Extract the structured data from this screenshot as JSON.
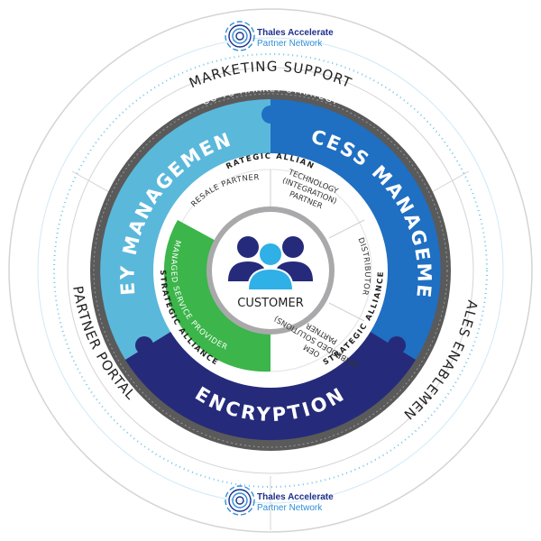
{
  "brand": {
    "name_line1": "Thales Accelerate",
    "name_line2": "Partner Network",
    "accent": "#1f2f8a",
    "accent_light": "#2e8fd6"
  },
  "outer_ring": {
    "top": "MARKETING SUPPORT",
    "left": "PARTNER PORTAL",
    "right": "SALES ENABLEMENT"
  },
  "gtm_ring": {
    "label": "GO TO MARKET STRATEGY"
  },
  "segments": {
    "key_management": {
      "label": "KEY MANAGEMENT",
      "color": "#5ab8db"
    },
    "access_management": {
      "label": "ACCESS MANAGEMENT",
      "color": "#1f6fc2"
    },
    "encryption": {
      "label": "ENCRYPTION",
      "color": "#252b7a"
    }
  },
  "alliance_ring": {
    "top": "STRATEGIC ALLIANCE",
    "left": "STRATEGIC ALLIANCE",
    "right": "STRATEGIC ALLIANCE"
  },
  "partner_types": {
    "resale": "RESALE PARTNER",
    "technology_line1": "TECHNOLOGY",
    "technology_line2": "(INTEGRATION)",
    "technology_line3": "PARTNER",
    "distributor": "DISTRIBUTOR",
    "oem_line1": "OEM",
    "oem_line2": "(EMBEDDED SOLUTIONS)",
    "oem_line3": "PARTNER",
    "managed_service": "MANAGED SERVICE PROVIDER",
    "managed_color": "#3cb54a"
  },
  "center": {
    "label": "CUSTOMER",
    "icon": "people-icon"
  }
}
